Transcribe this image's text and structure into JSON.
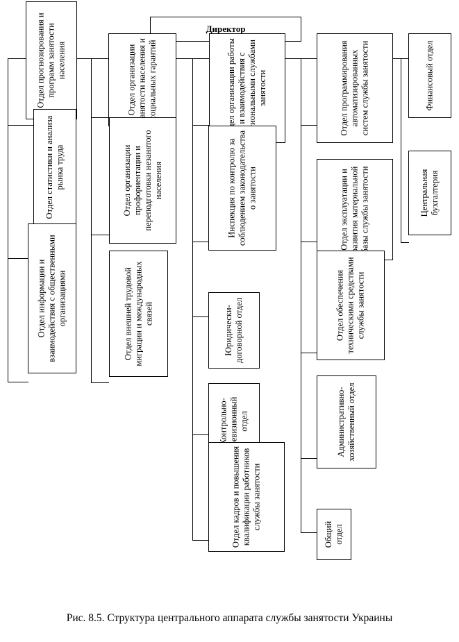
{
  "diagram": {
    "director": "Директор",
    "departments": [
      "Отдел прогнозирования и программ занятости населения",
      "Отдел статистики и анализа рынка труда",
      "Отдел информации и взаимодействия с общественными организациями",
      "Отдел организации занятости населения и социальных гарантий",
      "Отдел организации профориентации и переподготовки незанятого населения",
      "Отдел внешней трудовой миграции и международных связей",
      "Отдел организации работы и взаимодействия с региональными службами занятости",
      "Инспекция по контролю за соблюдением законодательства о занятости",
      "Юридически-договорной отдел",
      "Контрольно-ревизионный отдел",
      "Отдел кадров и повышения квалификации работников службы занятости",
      "Отдел программирования автоматизированных систем службы занятости",
      "Отдел эксплуатации и развития материальной базы службы занятости",
      "Отдел обеспечения техническими средствами службы занятости",
      "Административно-хозяйственный отдел",
      "Общий отдел",
      "Финансовый отдел",
      "Центральная бухгалтерия"
    ]
  },
  "caption": "Рис. 8.5. Структура центрального аппарата службы занятости Украины"
}
